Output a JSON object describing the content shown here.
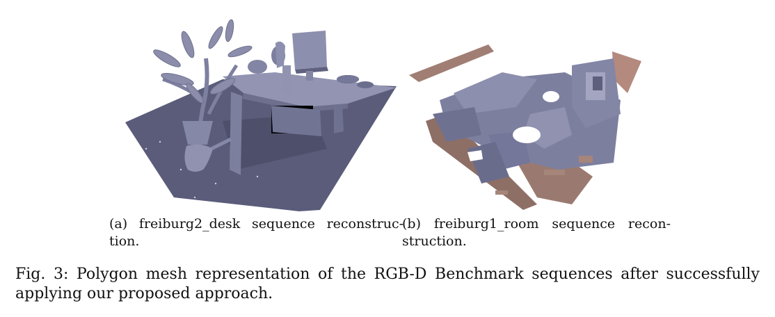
{
  "figure": {
    "subfigures": [
      {
        "label": "(a)",
        "caption_line1": "(a) freiburg2_desk sequence reconstruc-",
        "caption_line2": "tion.",
        "image": "gray-blue 3D mesh of a desk scene with monitor, plant and floor plane"
      },
      {
        "label": "(b)",
        "caption_line1": "(b) freiburg1_room sequence recon-",
        "caption_line2": "struction.",
        "image": "3D mesh of a room with brown walls and gray-blue furniture"
      }
    ],
    "caption_line1": "Fig. 3: Polygon mesh representation of the RGB-D Benchmark sequences after successfully",
    "caption_line2": "applying our proposed approach."
  },
  "colors": {
    "mesh_blue": "#7d7f9f",
    "mesh_dark": "#4a4c66",
    "mesh_light": "#a9abc6",
    "wall_brown": "#9a7a70",
    "wall_brown_light": "#c8a59a"
  }
}
